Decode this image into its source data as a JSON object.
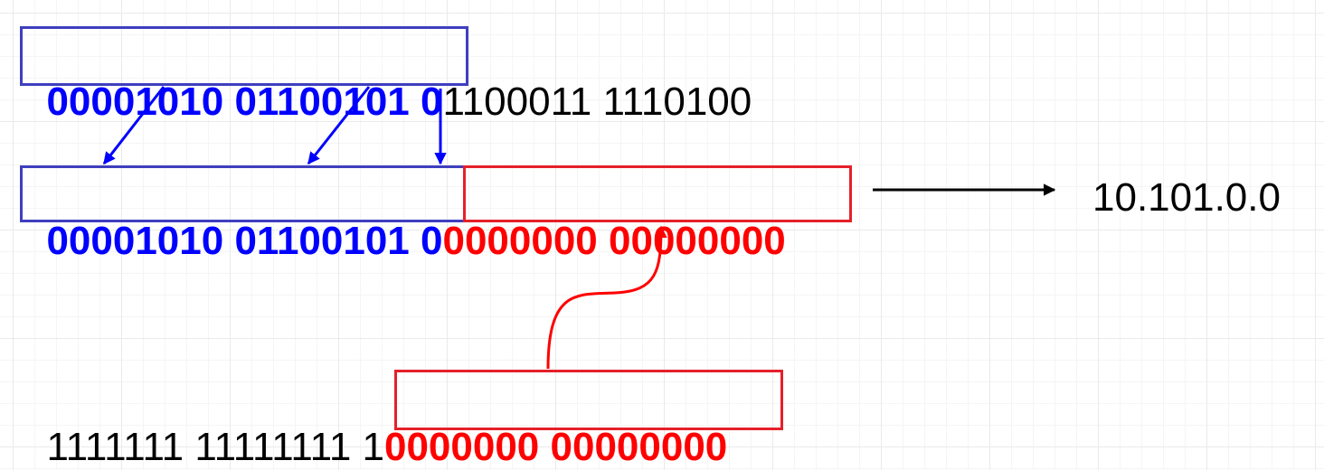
{
  "colors": {
    "blue": "#0000ff",
    "red": "#ff0000",
    "black": "#000000",
    "box_blue": "#3f3fbf",
    "box_red": "#e5202a"
  },
  "row1": {
    "network_bits": "00001010 01100101 0",
    "host_bits": "1100011 1110100"
  },
  "row2": {
    "network_bits": "00001010 01100101 0",
    "zeroed_host_bits": "0000000 00000000"
  },
  "row3": {
    "mask_ones": "1111111 11111111 1",
    "mask_zeros": "0000000 00000000"
  },
  "result": "10.101.0.0"
}
